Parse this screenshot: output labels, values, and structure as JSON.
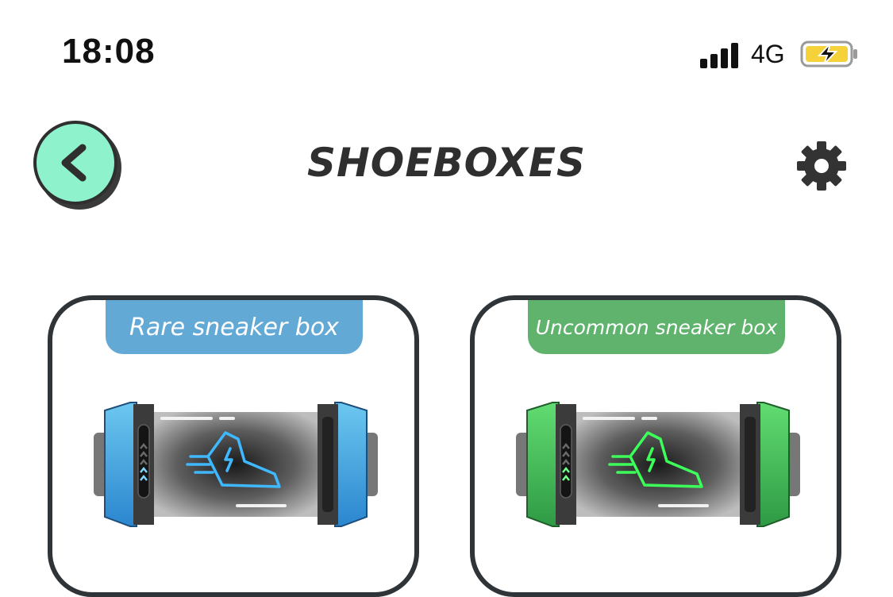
{
  "status_bar": {
    "time": "18:08",
    "network": "4G",
    "icons": [
      "signal-icon",
      "battery-charging-icon"
    ]
  },
  "header": {
    "title": "SHOEBOXES",
    "back_icon": "chevron-left-icon",
    "settings_icon": "gear-icon"
  },
  "cards": [
    {
      "label": "Rare sneaker box",
      "color": "#63a9d6",
      "glow_color": "#3fb8ff"
    },
    {
      "label": "Uncommon sneaker box",
      "color": "#5fb36d",
      "glow_color": "#3cff5a"
    }
  ],
  "colors": {
    "back_button": "#8ef3cc",
    "battery": "#f5d23a"
  }
}
